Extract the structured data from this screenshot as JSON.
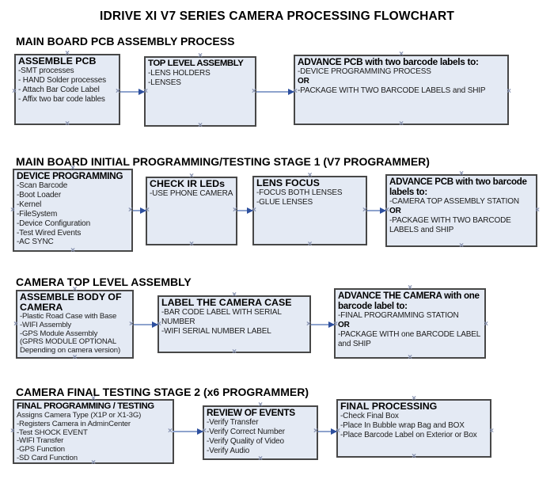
{
  "title": "IDRIVE XI V7 SERIES CAMERA PROCESSING FLOWCHART",
  "colors": {
    "box_fill": "#e4eaf4",
    "box_border": "#474747",
    "connector_line": "#8ea3cd",
    "connector_arrow": "#2d4f9e",
    "connection_handle": "#8792b0",
    "text": "#000000"
  },
  "sections": [
    {
      "heading": "MAIN BOARD PCB ASSEMBLY PROCESS",
      "boxes": [
        {
          "title": "ASSEMBLE PCB",
          "items": [
            "-SMT processes",
            "- HAND Solder processes",
            "- Attach Bar Code Label",
            "- Affix two bar code lables"
          ]
        },
        {
          "title": "TOP LEVEL ASSEMBLY",
          "items": [
            "-LENS HOLDERS",
            "-LENSES"
          ]
        },
        {
          "title": "ADVANCE PCB with two barcode labels to:",
          "items": [
            "-DEVICE PROGRAMMING PROCESS",
            "OR",
            "-PACKAGE WITH TWO BARCODE LABELS and SHIP"
          ]
        }
      ]
    },
    {
      "heading": "MAIN BOARD INITIAL PROGRAMMING/TESTING STAGE 1 (V7 PROGRAMMER)",
      "boxes": [
        {
          "title": "DEVICE PROGRAMMING",
          "items": [
            "-Scan Barcode",
            "-Boot Loader",
            "-Kernel",
            "-FileSystem",
            "-Device Configuration",
            "-Test Wired Events",
            "-AC SYNC"
          ]
        },
        {
          "title": "CHECK IR LEDs",
          "items": [
            "-USE PHONE CAMERA"
          ]
        },
        {
          "title": "LENS FOCUS",
          "items": [
            "-FOCUS BOTH LENSES",
            "-GLUE LENSES"
          ]
        },
        {
          "title": "ADVANCE PCB with two barcode labels to:",
          "items": [
            "-CAMERA TOP ASSEMBLY STATION",
            "OR",
            "-PACKAGE WITH TWO BARCODE LABELS and SHIP"
          ]
        }
      ]
    },
    {
      "heading": "CAMERA TOP LEVEL ASSEMBLY",
      "boxes": [
        {
          "title": "ASSEMBLE BODY OF CAMERA",
          "items": [
            "-Plastic Road Case with Base",
            "-WIFI Assembly",
            "-GPS Module Assembly",
            "(GPRS MODULE OPTIONAL Depending on camera version)"
          ]
        },
        {
          "title": "LABEL THE CAMERA CASE",
          "items": [
            "-BAR CODE LABEL WITH SERIAL NUMBER",
            "-WIFI SERIAL NUMBER LABEL"
          ]
        },
        {
          "title": "ADVANCE THE CAMERA with one barcode label to:",
          "items": [
            "-FINAL PROGRAMMING STATION",
            "OR",
            "-PACKAGE WITH one BARCODE LABEL and SHIP"
          ]
        }
      ]
    },
    {
      "heading": "CAMERA FINAL TESTING STAGE 2 (x6 PROGRAMMER)",
      "boxes": [
        {
          "title": "FINAL PROGRAMMING / TESTING",
          "items": [
            "Assigns Camera Type (X1P or X1-3G)",
            "-Registers Camera in AdminCenter",
            "-Test SHOCK EVENT",
            "-WIFI Transfer",
            "-GPS Function",
            "-SD Card Function"
          ]
        },
        {
          "title": "REVIEW OF EVENTS",
          "items": [
            "-Verify Transfer",
            "-Verify Correct Number",
            "-Verify Quality of Video",
            "-Verify Audio"
          ]
        },
        {
          "title": "FINAL PROCESSING",
          "items": [
            "-Check Final Box",
            "-Place In Bubble wrap Bag and BOX",
            "-Place Barcode Label on Exterior or Box"
          ]
        }
      ]
    }
  ]
}
